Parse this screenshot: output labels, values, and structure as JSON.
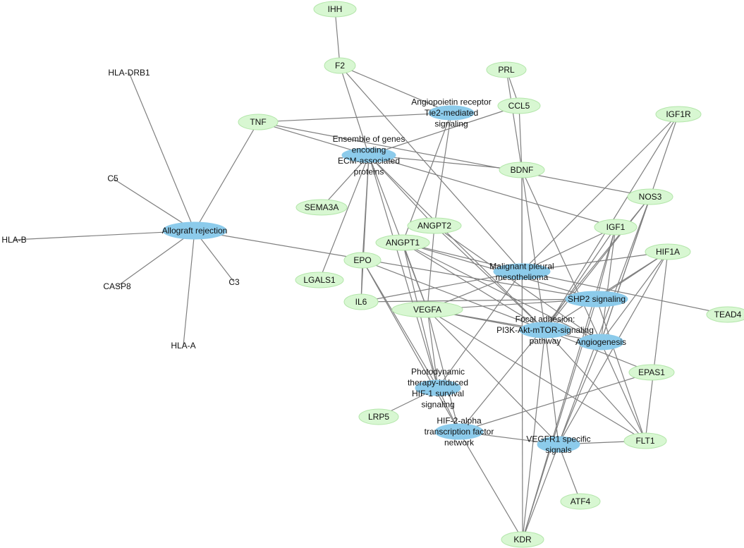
{
  "colors": {
    "gene_fill": "#d8f7d2",
    "pathway_fill": "#8ccbeb",
    "edge": "#7f7f7f"
  },
  "nodes": [
    {
      "id": "IHH",
      "label": [
        "IHH"
      ],
      "type": "gene"
    },
    {
      "id": "F2",
      "label": [
        "F2"
      ],
      "type": "gene"
    },
    {
      "id": "PRL",
      "label": [
        "PRL"
      ],
      "type": "gene"
    },
    {
      "id": "CCL5",
      "label": [
        "CCL5"
      ],
      "type": "gene"
    },
    {
      "id": "IGF1R",
      "label": [
        "IGF1R"
      ],
      "type": "gene"
    },
    {
      "id": "TNF",
      "label": [
        "TNF"
      ],
      "type": "gene"
    },
    {
      "id": "BDNF",
      "label": [
        "BDNF"
      ],
      "type": "gene"
    },
    {
      "id": "SEMA3A",
      "label": [
        "SEMA3A"
      ],
      "type": "gene"
    },
    {
      "id": "NOS3",
      "label": [
        "NOS3"
      ],
      "type": "gene"
    },
    {
      "id": "ANGPT2",
      "label": [
        "ANGPT2"
      ],
      "type": "gene"
    },
    {
      "id": "IGF1",
      "label": [
        "IGF1"
      ],
      "type": "gene"
    },
    {
      "id": "ANGPT1",
      "label": [
        "ANGPT1"
      ],
      "type": "gene"
    },
    {
      "id": "HIF1A",
      "label": [
        "HIF1A"
      ],
      "type": "gene"
    },
    {
      "id": "EPO",
      "label": [
        "EPO"
      ],
      "type": "gene"
    },
    {
      "id": "LGALS1",
      "label": [
        "LGALS1"
      ],
      "type": "gene"
    },
    {
      "id": "IL6",
      "label": [
        "IL6"
      ],
      "type": "gene"
    },
    {
      "id": "VEGFA",
      "label": [
        "VEGFA"
      ],
      "type": "gene"
    },
    {
      "id": "TEAD4",
      "label": [
        "TEAD4"
      ],
      "type": "gene"
    },
    {
      "id": "EPAS1",
      "label": [
        "EPAS1"
      ],
      "type": "gene"
    },
    {
      "id": "LRP5",
      "label": [
        "LRP5"
      ],
      "type": "gene"
    },
    {
      "id": "FLT1",
      "label": [
        "FLT1"
      ],
      "type": "gene"
    },
    {
      "id": "ATF4",
      "label": [
        "ATF4"
      ],
      "type": "gene"
    },
    {
      "id": "KDR",
      "label": [
        "KDR"
      ],
      "type": "gene"
    },
    {
      "id": "HLA-DRB1",
      "label": [
        "HLA-DRB1"
      ],
      "type": "plain"
    },
    {
      "id": "C5",
      "label": [
        "C5"
      ],
      "type": "plain"
    },
    {
      "id": "HLA-B",
      "label": [
        "HLA-B"
      ],
      "type": "plain"
    },
    {
      "id": "CASP8",
      "label": [
        "CASP8"
      ],
      "type": "plain"
    },
    {
      "id": "C3",
      "label": [
        "C3"
      ],
      "type": "plain"
    },
    {
      "id": "HLA-A",
      "label": [
        "HLA-A"
      ],
      "type": "plain"
    },
    {
      "id": "P_ALLO",
      "label": [
        "Allograft rejection"
      ],
      "type": "pathway"
    },
    {
      "id": "P_TIE2",
      "label": [
        "Angiopoietin receptor",
        "Tie2-mediated",
        "signaling"
      ],
      "type": "pathway"
    },
    {
      "id": "P_ECM",
      "label": [
        "Ensemble of genes",
        "encoding",
        "ECM-associated",
        "proteins"
      ],
      "type": "pathway"
    },
    {
      "id": "P_MPM",
      "label": [
        "Malignant pleural",
        "mesothelioma"
      ],
      "type": "pathway"
    },
    {
      "id": "P_SHP2",
      "label": [
        "SHP2 signaling"
      ],
      "type": "pathway"
    },
    {
      "id": "P_FOCAL",
      "label": [
        "Focal adhesion:",
        "PI3K-Akt-mTOR-signaling",
        "pathway"
      ],
      "type": "pathway"
    },
    {
      "id": "P_ANGIO",
      "label": [
        "Angiogenesis"
      ],
      "type": "pathway"
    },
    {
      "id": "P_PDT",
      "label": [
        "Photodynamic",
        "therapy-induced",
        "HIF-1 survival",
        "signaling"
      ],
      "type": "pathway"
    },
    {
      "id": "P_HIF2",
      "label": [
        "HIF-2-alpha",
        "transcription factor",
        "network"
      ],
      "type": "pathway"
    },
    {
      "id": "P_VEGFR1",
      "label": [
        "VEGFR1 specific",
        "signals"
      ],
      "type": "pathway"
    }
  ],
  "edges": [
    [
      "P_ALLO",
      "HLA-DRB1"
    ],
    [
      "P_ALLO",
      "C5"
    ],
    [
      "P_ALLO",
      "HLA-B"
    ],
    [
      "P_ALLO",
      "CASP8"
    ],
    [
      "P_ALLO",
      "C3"
    ],
    [
      "P_ALLO",
      "HLA-A"
    ],
    [
      "P_ALLO",
      "TNF"
    ],
    [
      "P_ALLO",
      "P_SHP2"
    ],
    [
      "IHH",
      "F2"
    ],
    [
      "F2",
      "P_TIE2"
    ],
    [
      "F2",
      "P_ECM"
    ],
    [
      "F2",
      "P_MPM"
    ],
    [
      "PRL",
      "CCL5"
    ],
    [
      "PRL",
      "BDNF"
    ],
    [
      "TNF",
      "P_TIE2"
    ],
    [
      "TNF",
      "NOS3"
    ],
    [
      "TNF",
      "P_ECM"
    ],
    [
      "CCL5",
      "P_ECM"
    ],
    [
      "CCL5",
      "BDNF"
    ],
    [
      "P_TIE2",
      "ANGPT2"
    ],
    [
      "P_TIE2",
      "ANGPT1"
    ],
    [
      "P_ECM",
      "BDNF"
    ],
    [
      "P_ECM",
      "IGF1"
    ],
    [
      "P_ECM",
      "SEMA3A"
    ],
    [
      "P_ECM",
      "LGALS1"
    ],
    [
      "P_ECM",
      "ANGPT2"
    ],
    [
      "P_ECM",
      "EPO"
    ],
    [
      "P_ECM",
      "IL6"
    ],
    [
      "P_ECM",
      "VEGFA"
    ],
    [
      "P_ECM",
      "P_PDT"
    ],
    [
      "P_ECM",
      "P_FOCAL"
    ],
    [
      "BDNF",
      "P_MPM"
    ],
    [
      "BDNF",
      "P_FOCAL"
    ],
    [
      "BDNF",
      "P_ANGIO"
    ],
    [
      "BDNF",
      "KDR"
    ],
    [
      "IGF1R",
      "P_MPM"
    ],
    [
      "IGF1R",
      "P_FOCAL"
    ],
    [
      "IGF1R",
      "P_ANGIO"
    ],
    [
      "NOS3",
      "P_FOCAL"
    ],
    [
      "NOS3",
      "P_ANGIO"
    ],
    [
      "NOS3",
      "P_HIF2"
    ],
    [
      "NOS3",
      "P_VEGFR1"
    ],
    [
      "IGF1",
      "P_MPM"
    ],
    [
      "IGF1",
      "P_SHP2"
    ],
    [
      "IGF1",
      "P_FOCAL"
    ],
    [
      "IGF1",
      "P_ANGIO"
    ],
    [
      "IGF1",
      "KDR"
    ],
    [
      "ANGPT2",
      "P_FOCAL"
    ],
    [
      "ANGPT2",
      "P_ANGIO"
    ],
    [
      "ANGPT2",
      "VEGFA"
    ],
    [
      "ANGPT1",
      "P_MPM"
    ],
    [
      "ANGPT1",
      "P_SHP2"
    ],
    [
      "ANGPT1",
      "P_FOCAL"
    ],
    [
      "ANGPT1",
      "P_ANGIO"
    ],
    [
      "ANGPT1",
      "P_PDT"
    ],
    [
      "ANGPT1",
      "VEGFA"
    ],
    [
      "HIF1A",
      "P_MPM"
    ],
    [
      "HIF1A",
      "P_SHP2"
    ],
    [
      "HIF1A",
      "P_FOCAL"
    ],
    [
      "HIF1A",
      "P_ANGIO"
    ],
    [
      "HIF1A",
      "P_VEGFR1"
    ],
    [
      "HIF1A",
      "FLT1"
    ],
    [
      "EPO",
      "IL6"
    ],
    [
      "EPO",
      "P_FOCAL"
    ],
    [
      "EPO",
      "P_PDT"
    ],
    [
      "EPO",
      "P_HIF2"
    ],
    [
      "IL6",
      "P_MPM"
    ],
    [
      "IL6",
      "P_SHP2"
    ],
    [
      "VEGFA",
      "P_MPM"
    ],
    [
      "VEGFA",
      "P_SHP2"
    ],
    [
      "VEGFA",
      "P_FOCAL"
    ],
    [
      "VEGFA",
      "P_ANGIO"
    ],
    [
      "VEGFA",
      "P_HIF2"
    ],
    [
      "VEGFA",
      "P_VEGFR1"
    ],
    [
      "VEGFA",
      "FLT1"
    ],
    [
      "VEGFA",
      "P_PDT"
    ],
    [
      "P_MPM",
      "TEAD4"
    ],
    [
      "P_MPM",
      "P_PDT"
    ],
    [
      "P_SHP2",
      "FLT1"
    ],
    [
      "P_SHP2",
      "KDR"
    ],
    [
      "P_FOCAL",
      "KDR"
    ],
    [
      "P_FOCAL",
      "P_VEGFR1"
    ],
    [
      "P_FOCAL",
      "EPAS1"
    ],
    [
      "P_FOCAL",
      "FLT1"
    ],
    [
      "P_ANGIO",
      "FLT1"
    ],
    [
      "P_ANGIO",
      "P_VEGFR1"
    ],
    [
      "EPAS1",
      "P_HIF2"
    ],
    [
      "P_PDT",
      "LRP5"
    ],
    [
      "P_PDT",
      "P_HIF2"
    ],
    [
      "P_HIF2",
      "P_VEGFR1"
    ],
    [
      "P_HIF2",
      "KDR"
    ],
    [
      "P_VEGFR1",
      "FLT1"
    ],
    [
      "P_VEGFR1",
      "ATF4"
    ],
    [
      "P_VEGFR1",
      "KDR"
    ]
  ]
}
